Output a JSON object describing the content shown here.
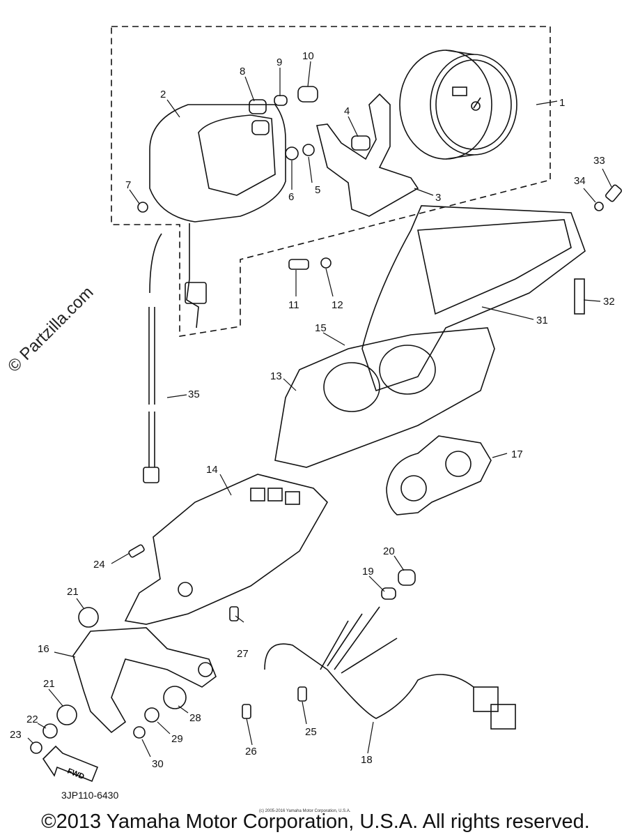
{
  "watermark": "© Partzilla.com",
  "drawing_code": "3JP110-6430",
  "fwd_label": "FWD",
  "fine_print": "(c) 2005-2016 Yamaha Motor Corporation, U.S.A.",
  "copyright": "©2013 Yamaha Motor Corporation, U.S.A. All rights reserved.",
  "callouts": {
    "c1": "1",
    "c2": "2",
    "c3": "3",
    "c4": "4",
    "c5": "5",
    "c6": "6",
    "c7": "7",
    "c8": "8",
    "c9": "9",
    "c10": "10",
    "c11": "11",
    "c12": "12",
    "c13": "13",
    "c14": "14",
    "c15": "15",
    "c16": "16",
    "c17": "17",
    "c18": "18",
    "c19": "19",
    "c20": "20",
    "c21a": "21",
    "c21b": "21",
    "c22": "22",
    "c23": "23",
    "c24": "24",
    "c25": "25",
    "c26": "26",
    "c27": "27",
    "c28": "28",
    "c29": "29",
    "c30": "30",
    "c31": "31",
    "c32": "32",
    "c33": "33",
    "c34": "34",
    "c35": "35"
  }
}
